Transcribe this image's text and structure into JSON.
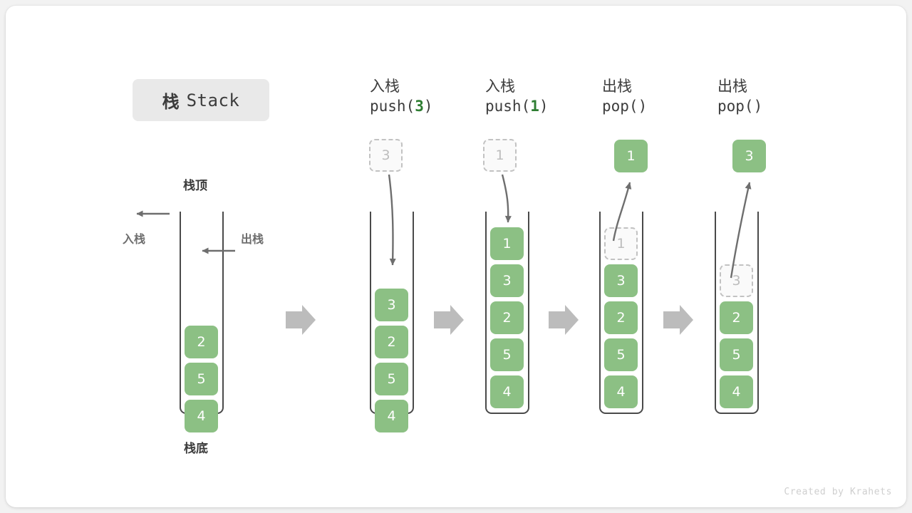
{
  "title": {
    "cn": "栈",
    "en": "Stack"
  },
  "labels": {
    "top": "栈顶",
    "bottom": "栈底",
    "push_side": "入栈",
    "pop_side": "出栈"
  },
  "footer": "Created by Krahets",
  "colors": {
    "cell_green": "#8cc084",
    "accent_green": "#2e7d32",
    "ghost_border": "#c2c2c2",
    "ghost_text": "#bdbdbd",
    "container_stroke": "#4a4a4a",
    "arrow_gray": "#6e6e6e",
    "flow_arrow": "#bcbcbc",
    "card_bg": "#ffffff",
    "page_bg": "#f2f2f2",
    "pill_bg": "#e9e9e9"
  },
  "steps": [
    {
      "id": "initial",
      "caption_cn": "",
      "caption_code": "",
      "cells": [
        "2",
        "5",
        "4"
      ],
      "ghost_top": null,
      "float_box": null
    },
    {
      "id": "push-3",
      "caption_cn": "入栈",
      "caption_code_before": "push(",
      "caption_code_arg": "3",
      "caption_code_after": ")",
      "cells": [
        "3",
        "2",
        "5",
        "4"
      ],
      "ghost_top": null,
      "float_box": {
        "value": "3",
        "style": "ghost"
      }
    },
    {
      "id": "push-1",
      "caption_cn": "入栈",
      "caption_code_before": "push(",
      "caption_code_arg": "1",
      "caption_code_after": ")",
      "cells": [
        "1",
        "3",
        "2",
        "5",
        "4"
      ],
      "ghost_top": null,
      "float_box": {
        "value": "1",
        "style": "ghost"
      }
    },
    {
      "id": "pop-1",
      "caption_cn": "出栈",
      "caption_code_before": "pop(",
      "caption_code_arg": "",
      "caption_code_after": ")",
      "cells": [
        "3",
        "2",
        "5",
        "4"
      ],
      "ghost_top": "1",
      "float_box": {
        "value": "1",
        "style": "solid"
      }
    },
    {
      "id": "pop-3",
      "caption_cn": "出栈",
      "caption_code_before": "pop(",
      "caption_code_arg": "",
      "caption_code_after": ")",
      "cells": [
        "2",
        "5",
        "4"
      ],
      "ghost_top": "3",
      "float_box": {
        "value": "3",
        "style": "solid"
      }
    }
  ]
}
